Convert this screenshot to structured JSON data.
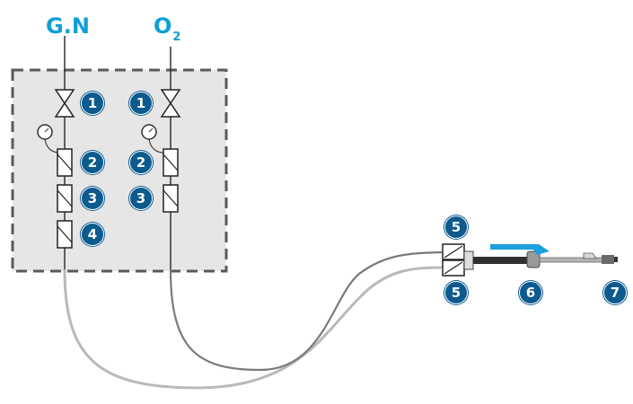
{
  "lines": {
    "gas_label": "G.N",
    "oxygen_label": "O",
    "oxygen_subscript": "2"
  },
  "components": {
    "valve_gn": "1",
    "valve_o2": "1",
    "flowmeter_gn": "2",
    "flowmeter_o2": "2",
    "check_valve_gn": "3",
    "check_valve_o2": "3",
    "filter_gn": "4",
    "torch_inlet_top": "5",
    "torch_inlet_bottom": "5",
    "torch_body": "6",
    "torch_tip": "7"
  },
  "colors": {
    "accent": "#0f9fd8",
    "badge": "#0c5a8e",
    "panel": "#e6e6e6",
    "handle": "#1e9fe0"
  }
}
